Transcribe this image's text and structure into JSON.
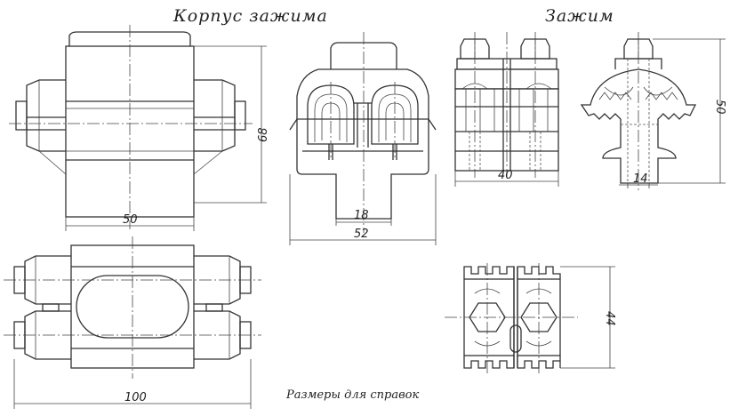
{
  "titles": {
    "housing": "Корпус зажима",
    "clamp": "Зажим"
  },
  "dimensions": {
    "housing_height": "68",
    "housing_width": "50",
    "section_inner": "18",
    "section_outer": "52",
    "clamp_width": "40",
    "clamp_stem": "14",
    "clamp_height": "50",
    "housing_length": "100",
    "clamp_plan": "44"
  },
  "note": "Размеры для справок"
}
